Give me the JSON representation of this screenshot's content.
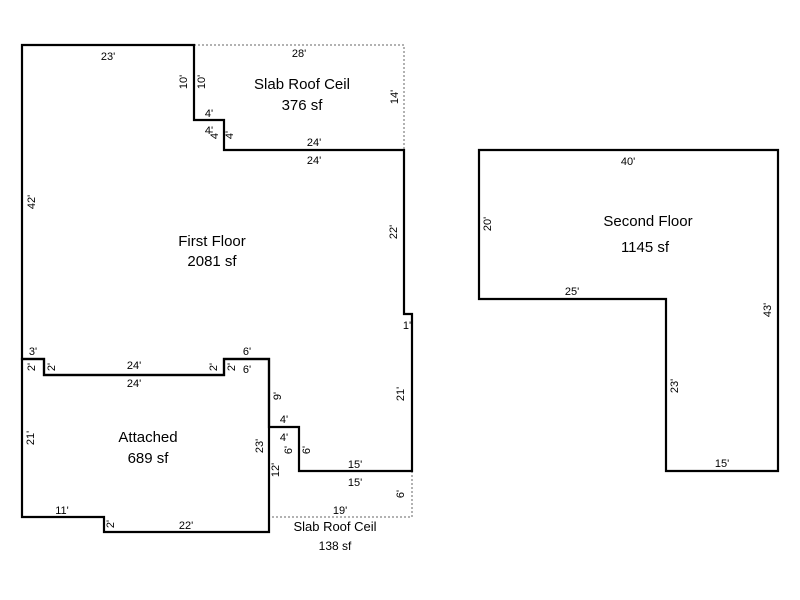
{
  "rooms": {
    "slab_top": {
      "name": "Slab Roof Ceil",
      "area": "376 sf"
    },
    "first_floor": {
      "name": "First Floor",
      "area": "2081 sf"
    },
    "attached": {
      "name": "Attached",
      "area": "689 sf"
    },
    "slab_bottom": {
      "name": "Slab Roof Ceil",
      "area": "138 sf"
    },
    "second_floor": {
      "name": "Second Floor",
      "area": "1145 sf"
    }
  },
  "dims": {
    "first_floor": {
      "top": "23'",
      "left": "42'",
      "notch_a_v_out": "10'",
      "notch_a_v_in": "10'",
      "notch_a_h_out": "4'",
      "notch_a_h_in": "4'",
      "notch_b_v_out": "4'",
      "notch_b_v_in": "4'",
      "upper_right_h_out": "24'",
      "upper_right_h_in": "24'",
      "right_upper": "22'",
      "jog": "1'",
      "right_lower": "21'",
      "bottom_right_out": "15'",
      "bottom_right_in": "15'",
      "step_v_out": "6'",
      "step_v_in": "6'",
      "step_h_out": "4'",
      "step_h_in": "4'",
      "mid_right": "9'"
    },
    "attached": {
      "top_left_short": "3'",
      "left_notch_out": "2'",
      "left_notch_in": "2'",
      "top_out": "24'",
      "top_in": "24'",
      "right_notch_out": "2'",
      "right_notch_in": "2'",
      "top_right_out": "6'",
      "top_right_in": "6'",
      "right_tall": "23'",
      "right_lower": "12'",
      "left": "21'",
      "bottom_left": "11'",
      "bottom_step": "2'",
      "bottom_right": "22'"
    },
    "slab_top": {
      "top": "28'",
      "right": "14'"
    },
    "slab_bottom": {
      "right": "6'",
      "bottom": "19'"
    },
    "second_floor": {
      "top": "40'",
      "left": "20'",
      "inner_h": "25'",
      "inner_v": "23'",
      "right": "43'",
      "bottom": "15'"
    }
  },
  "colors": {
    "wall": "#000000",
    "secondary_dim": "#1f3f8f",
    "dashed": "#666666"
  }
}
